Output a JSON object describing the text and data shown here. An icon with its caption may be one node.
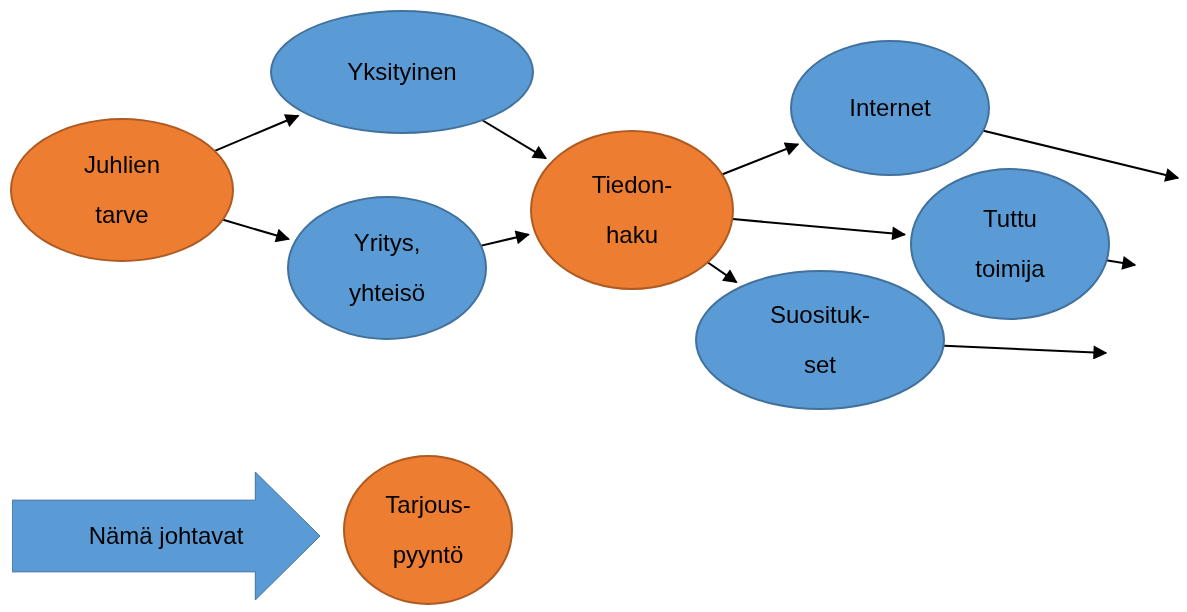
{
  "diagram": {
    "nodes": [
      {
        "text": [
          "Juhlien tarve"
        ]
      },
      {
        "text": [
          "Yksityinen"
        ]
      },
      {
        "text": [
          "Yritys, yhteisö"
        ]
      },
      {
        "text": [
          "Tiedon- haku"
        ]
      },
      {
        "text": [
          "Internet"
        ]
      },
      {
        "text": [
          "Tuttu toimija"
        ]
      },
      {
        "text": [
          "Suosituk- set"
        ]
      },
      {
        "text": [
          "Nämä johtavat"
        ]
      },
      {
        "text": [
          "Tarjous- pyyntö"
        ]
      }
    ],
    "edges": [
      {
        "from": 0,
        "to": 1,
        "arrow": "to"
      },
      {
        "from": 0,
        "to": 2,
        "arrow": "to"
      },
      {
        "from": 1,
        "to": 3,
        "arrow": "to"
      },
      {
        "from": 2,
        "to": 3,
        "arrow": "to"
      },
      {
        "from": 3,
        "to": 4,
        "arrow": "to"
      },
      {
        "from": 3,
        "to": 5,
        "arrow": "to"
      },
      {
        "from": 3,
        "to": 6,
        "arrow": "to"
      },
      {
        "from": 4,
        "to": null,
        "arrow": "to"
      },
      {
        "from": 5,
        "to": null,
        "arrow": "to"
      },
      {
        "from": 6,
        "to": null,
        "arrow": "to"
      }
    ]
  }
}
